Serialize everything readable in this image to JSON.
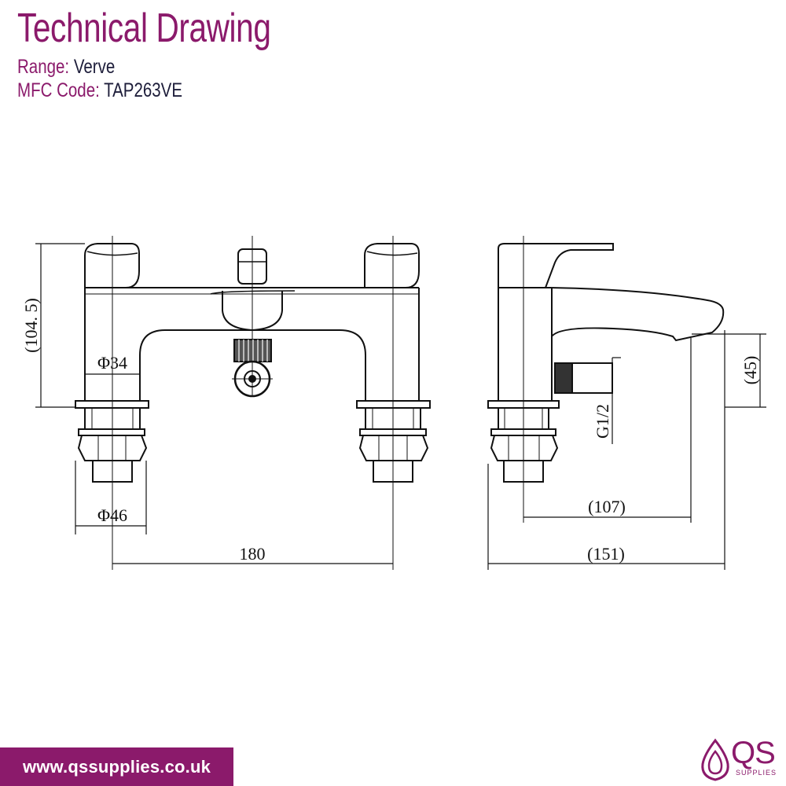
{
  "header": {
    "title": "Technical Drawing",
    "range_label": "Range:",
    "range_value": "Verve",
    "code_label": "MFC Code:",
    "code_value": "TAP263VE"
  },
  "drawing": {
    "front_view": {
      "height_dim": "(104. 5)",
      "body_dia": "Φ34",
      "base_dia": "Φ46",
      "centres": "180"
    },
    "side_view": {
      "handset_height": "(45)",
      "thread": "G1/2",
      "spout_reach": "(107)",
      "overall_depth": "(151)"
    }
  },
  "footer": {
    "url": "www.qssupplies.co.uk",
    "logo_text": "QS",
    "logo_sub": "SUPPLIES"
  },
  "colors": {
    "brand": "#8b1a6b",
    "ink": "#1d1d3a",
    "line": "#111111"
  }
}
